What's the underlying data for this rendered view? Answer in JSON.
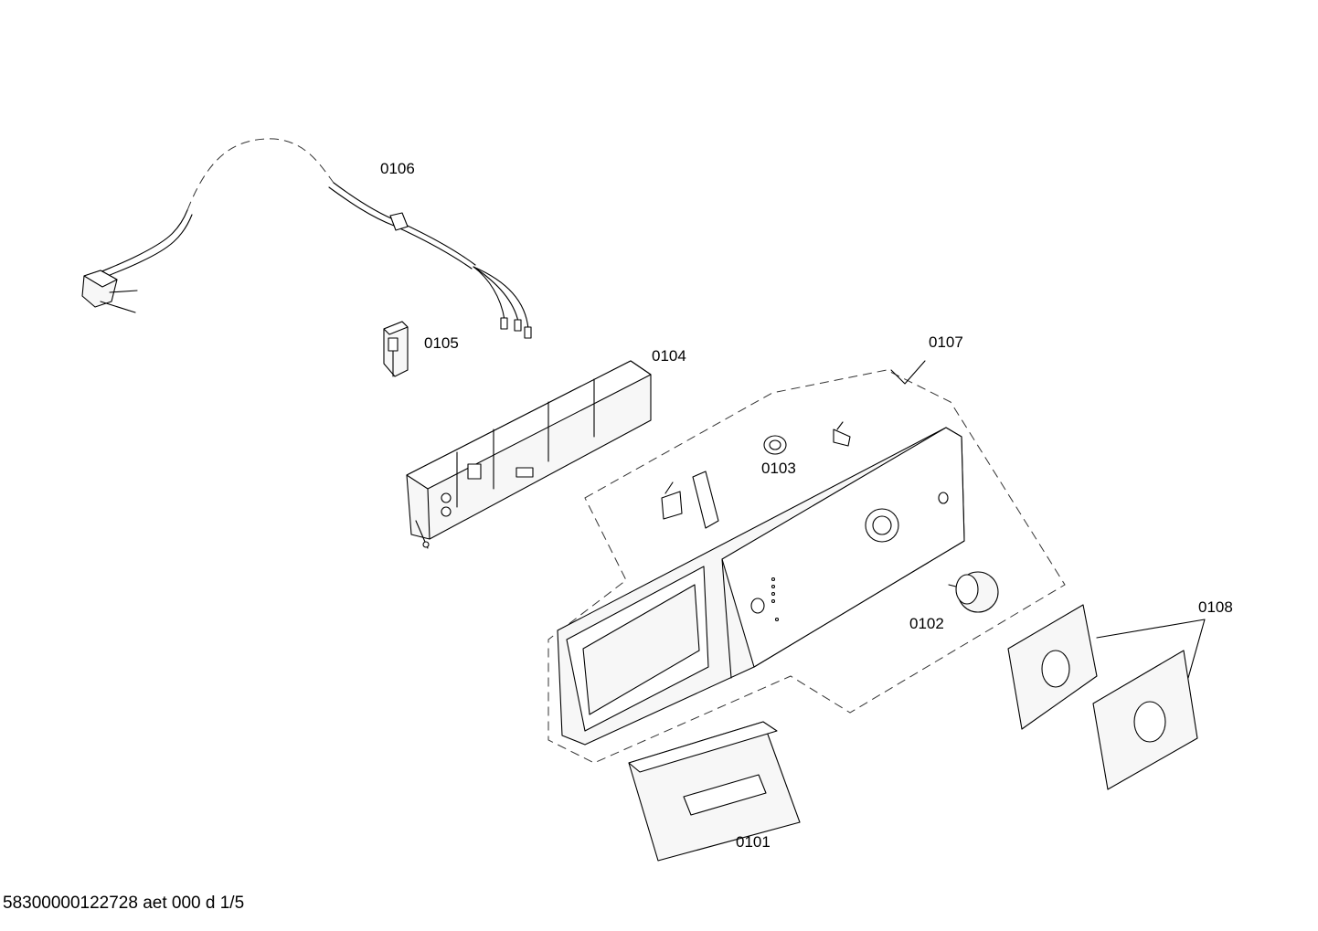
{
  "diagram": {
    "parts": [
      {
        "id": "0101",
        "label": "0101"
      },
      {
        "id": "0102",
        "label": "0102"
      },
      {
        "id": "0103",
        "label": "0103"
      },
      {
        "id": "0104",
        "label": "0104"
      },
      {
        "id": "0105",
        "label": "0105"
      },
      {
        "id": "0106",
        "label": "0106"
      },
      {
        "id": "0107",
        "label": "0107"
      },
      {
        "id": "0108",
        "label": "0108"
      }
    ],
    "footer_code": "58300000122728 aet 000 d 1/5"
  }
}
